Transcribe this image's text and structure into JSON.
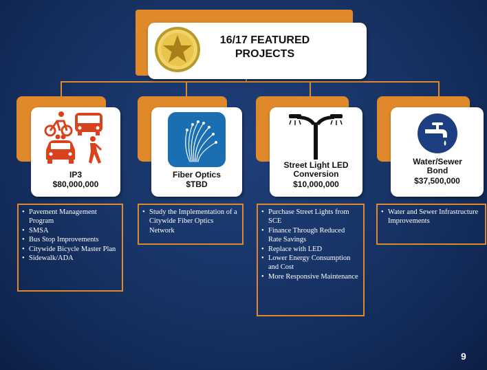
{
  "title": {
    "line1": "16/17 FEATURED",
    "line2": "PROJECTS"
  },
  "projects": [
    {
      "name": "IP3",
      "amount": "$80,000,000",
      "bullets": [
        "Pavement Management Program",
        "SMSA",
        "Bus Stop Improvements",
        "Citywide Bicycle Master Plan",
        "Sidewalk/ADA"
      ]
    },
    {
      "name": "Fiber Optics",
      "amount": "$TBD",
      "bullets": [
        "Study the Implementation of a Citywide Fiber Optics Network"
      ]
    },
    {
      "name": "Street Light LED Conversion",
      "amount": "$10,000,000",
      "bullets": [
        "Purchase Street Lights from SCE",
        "Finance Through Reduced Rate Savings",
        "Replace with LED",
        "Lower Energy Consumption and Cost",
        "More Responsive Maintenance"
      ]
    },
    {
      "name": "Water/Sewer Bond",
      "amount": "$37,500,000",
      "bullets": [
        "Water and Sewer Infrastructure Improvements"
      ]
    }
  ],
  "slide_number": "9",
  "colors": {
    "accent": "#e0892a",
    "background": "#183467",
    "fiber_tile": "#1a6fb3",
    "water_circle": "#1d3f82"
  },
  "icons": [
    "star-icon",
    "transport-icon",
    "fiber-optics-icon",
    "street-light-icon",
    "water-faucet-icon"
  ]
}
